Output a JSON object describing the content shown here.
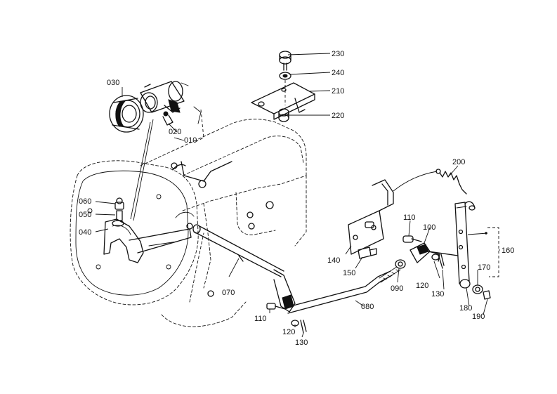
{
  "diagram": {
    "parts": [
      {
        "id": "p010",
        "number": "010"
      },
      {
        "id": "p020",
        "number": "020"
      },
      {
        "id": "p030",
        "number": "030"
      },
      {
        "id": "p040",
        "number": "040"
      },
      {
        "id": "p050",
        "number": "050"
      },
      {
        "id": "p060",
        "number": "060"
      },
      {
        "id": "p070",
        "number": "070"
      },
      {
        "id": "p080",
        "number": "080"
      },
      {
        "id": "p090",
        "number": "090"
      },
      {
        "id": "p100",
        "number": "100"
      },
      {
        "id": "p110a",
        "number": "110"
      },
      {
        "id": "p110b",
        "number": "110"
      },
      {
        "id": "p120a",
        "number": "120"
      },
      {
        "id": "p120b",
        "number": "120"
      },
      {
        "id": "p130a",
        "number": "130"
      },
      {
        "id": "p130b",
        "number": "130"
      },
      {
        "id": "p140",
        "number": "140"
      },
      {
        "id": "p150",
        "number": "150"
      },
      {
        "id": "p160",
        "number": "160"
      },
      {
        "id": "p170",
        "number": "170"
      },
      {
        "id": "p180",
        "number": "180"
      },
      {
        "id": "p190",
        "number": "190"
      },
      {
        "id": "p200",
        "number": "200"
      },
      {
        "id": "p210",
        "number": "210"
      },
      {
        "id": "p220",
        "number": "220"
      },
      {
        "id": "p230",
        "number": "230"
      },
      {
        "id": "p240",
        "number": "240"
      }
    ]
  }
}
